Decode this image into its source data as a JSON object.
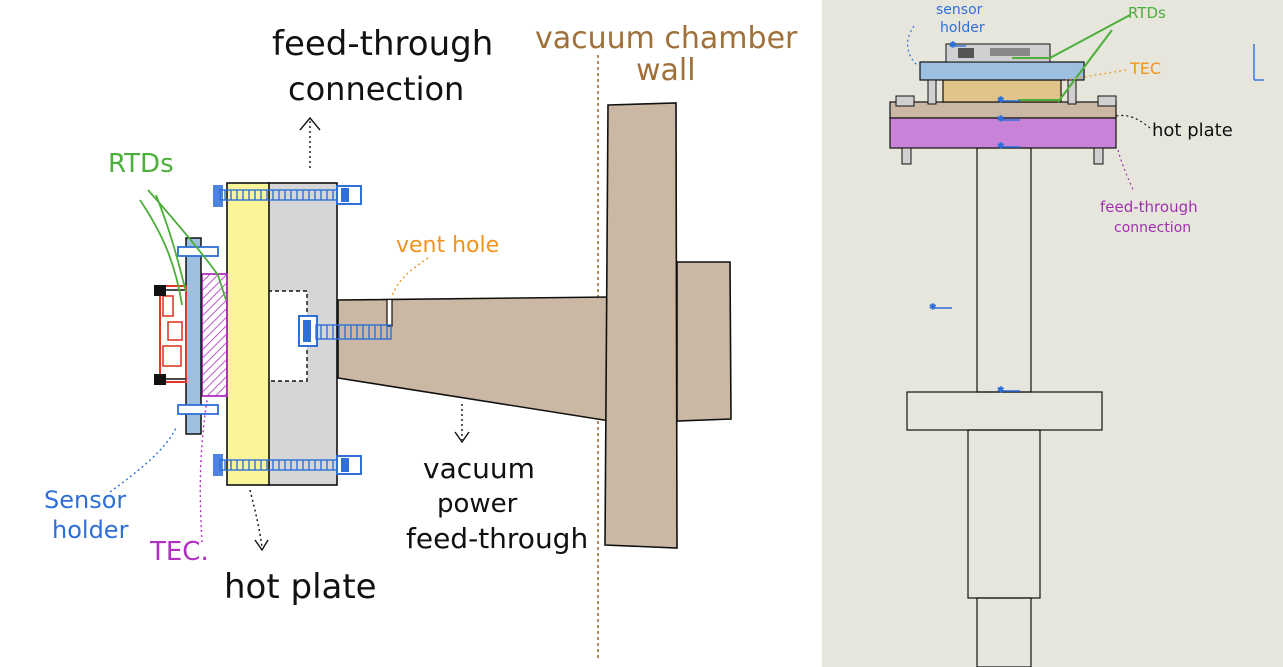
{
  "left_sketch": {
    "labels": {
      "feed_through_line1": "feed-through",
      "feed_through_line2": "connection",
      "vacuum_chamber_line1": "vacuum chamber",
      "vacuum_chamber_line2": "wall",
      "rtds": "RTDs",
      "vent_hole": "vent hole",
      "vacuum_power_line1": "vacuum",
      "vacuum_power_line2": "power",
      "vacuum_power_line3": "feed-through",
      "sensor_holder_line1": "Sensor",
      "sensor_holder_line2": "holder",
      "tec": "TEC.",
      "hot_plate": "hot plate"
    }
  },
  "right_cad": {
    "labels": {
      "sensor_holder_line1": "sensor",
      "sensor_holder_line2": "holder",
      "rtds": "RTDs",
      "tec": "TEC",
      "hot_plate": "hot plate",
      "feed_through_line1": "feed-through",
      "feed_through_line2": "connection"
    }
  },
  "colors": {
    "ink": "#111111",
    "sensor_blue": "#2f6fd8",
    "rtd_green": "#4caf3a",
    "tec_magenta": "#b030c0",
    "vent_orange": "#f0941c",
    "chamber_brown": "#a0703a",
    "feedthrough_tan": "#cbb8a4",
    "hot_plate_yellow": "#fbf59a",
    "block_grey": "#d6d6d6",
    "pcb_red": "#e03a26",
    "cad_bg": "#e7e6dd",
    "cad_tec": "#e1c48a",
    "cad_hotplate": "#c882d8",
    "cad_holder": "#9dbfe0"
  }
}
